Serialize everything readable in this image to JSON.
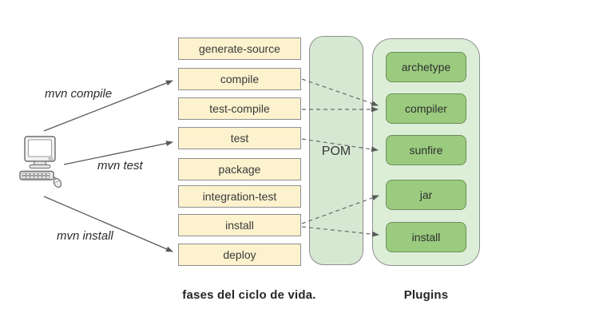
{
  "diagram": {
    "title_implicit": "Maven lifecycle phases and plugins",
    "computer_icon": "desktop-computer-icon",
    "commands": [
      {
        "label": "mvn compile",
        "target_phase": "compile"
      },
      {
        "label": "mvn test",
        "target_phase": "test"
      },
      {
        "label": "mvn install",
        "target_phase": "deploy"
      }
    ],
    "phases": {
      "caption": "fases del ciclo de vida.",
      "items": [
        "generate-source",
        "compile",
        "test-compile",
        "test",
        "package",
        "integration-test",
        "install",
        "deploy"
      ],
      "fill": "#fcf2ce",
      "border": "#8f8f8f"
    },
    "pom": {
      "label": "POM",
      "fill": "#d6e8d2"
    },
    "plugins": {
      "caption": "Plugins",
      "items": [
        "archetype",
        "compiler",
        "sunfire",
        "jar",
        "install"
      ],
      "container_fill": "#dceed8",
      "box_fill": "#9bcb7f",
      "box_border": "#6d8e57"
    },
    "dashed_connections": [
      {
        "from": "compile",
        "to": "compiler"
      },
      {
        "from": "test-compile",
        "to": "compiler"
      },
      {
        "from": "test",
        "to": "sunfire"
      },
      {
        "from": "install",
        "to": "jar"
      },
      {
        "from": "install",
        "to": "install"
      }
    ],
    "arrow_color": "#5a5a5a",
    "background": "#ffffff"
  }
}
